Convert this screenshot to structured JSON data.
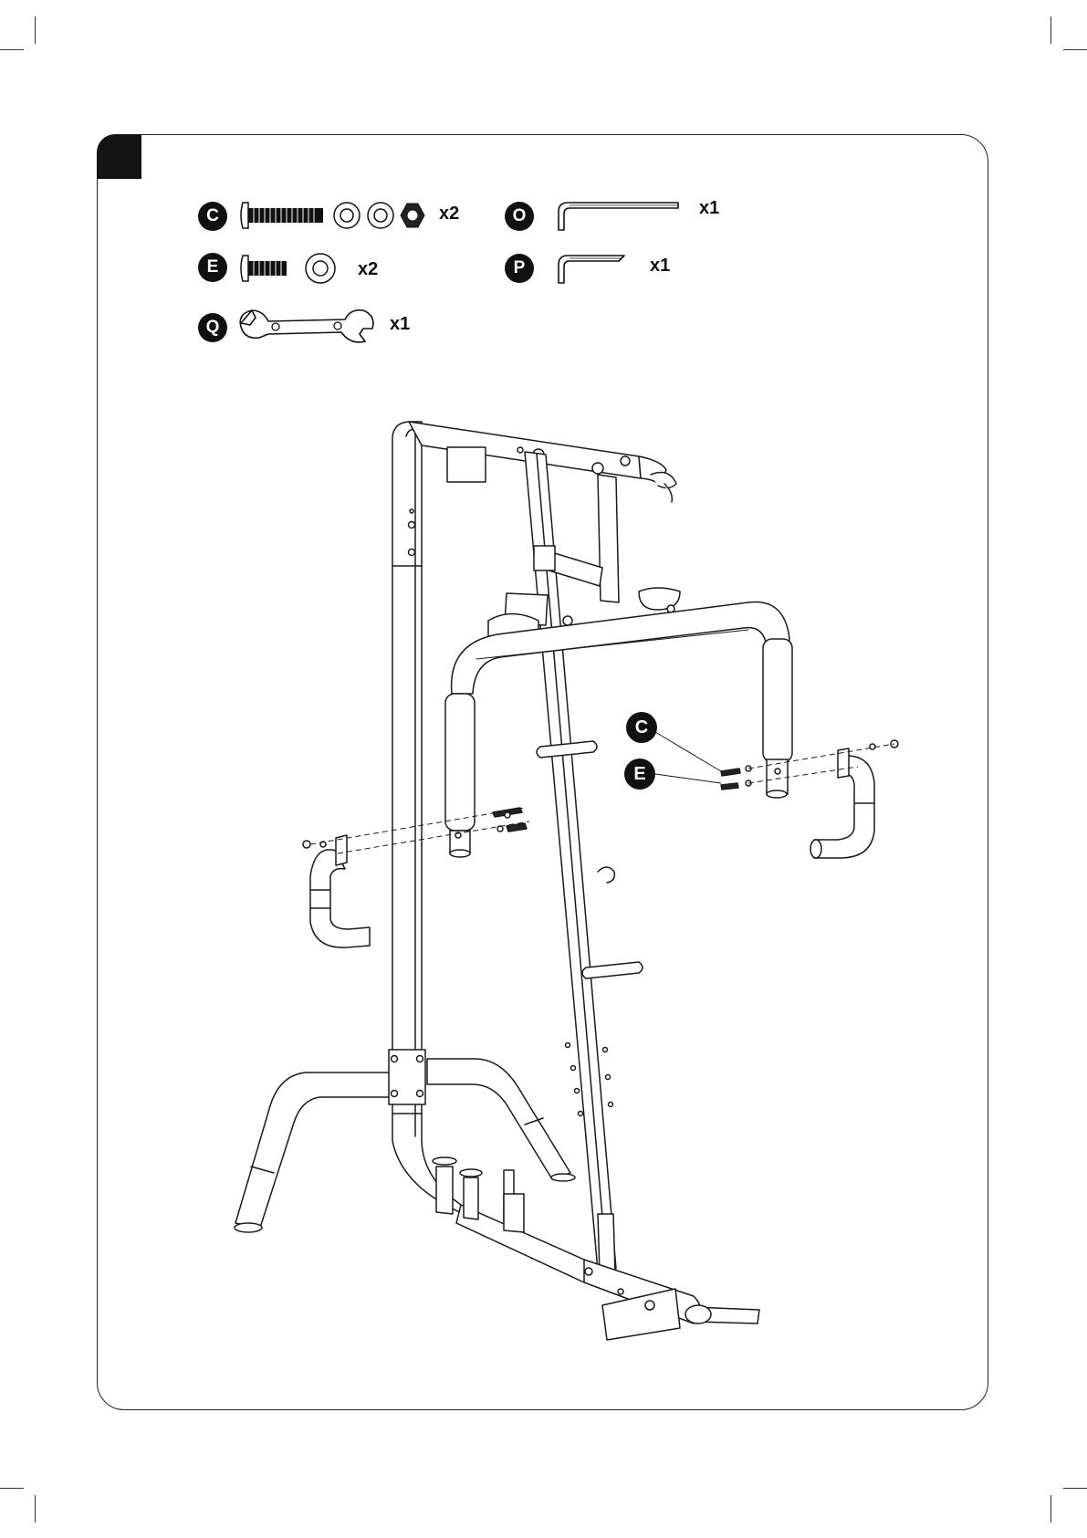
{
  "step": {
    "number": ""
  },
  "hardware": [
    {
      "letter": "C",
      "part": "bolt",
      "extras": [
        "washer",
        "washer",
        "nut"
      ],
      "qty": "x2"
    },
    {
      "letter": "E",
      "part": "bolt",
      "extras": [
        "washer"
      ],
      "qty": "x2"
    },
    {
      "letter": "Q",
      "part": "wrench",
      "extras": [],
      "qty": "x1"
    },
    {
      "letter": "O",
      "part": "hex-key-large",
      "extras": [],
      "qty": "x1"
    },
    {
      "letter": "P",
      "part": "hex-key-small",
      "extras": [],
      "qty": "x1"
    }
  ],
  "callouts": [
    {
      "letter": "C"
    },
    {
      "letter": "E"
    }
  ],
  "colors": {
    "ink": "#1a1a1a",
    "badge": "#111111",
    "step_box": "#141414"
  }
}
